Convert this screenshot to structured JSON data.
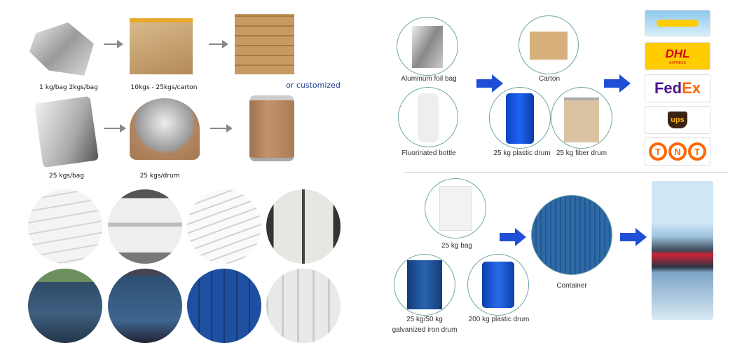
{
  "left": {
    "labels": {
      "small_bags": "1 kg/bag    2kgs/bag",
      "carton": "10kgs - 25kgs/carton",
      "customized": "or customized",
      "big_bag": "25 kgs/bag",
      "drum": "25 kgs/drum"
    }
  },
  "right": {
    "labels": {
      "foil_bag": "Aluminum foil bag",
      "carton": "Carton",
      "bottle": "Fluorinated bottle",
      "plastic_drum": "25 kg plastic drum",
      "fiber_drum": "25 kg fiber drum",
      "bag25": "25 kg bag",
      "container": "Container",
      "iron_drum_1": "25 kg/50 kg",
      "iron_drum_2": "galvanized iron drum",
      "plastic_drum_200": "200 kg plastic drum"
    },
    "carriers": {
      "dhl": "DHL",
      "dhl_sub": "EXPRESS",
      "fedex_a": "Fed",
      "fedex_b": "Ex",
      "ups": "ups",
      "tnt": [
        "T",
        "N",
        "T"
      ]
    }
  },
  "colors": {
    "accent_blue": "#1e4fd6",
    "customized_text": "#1a3a8a",
    "fedex_purple": "#4d148c",
    "fedex_orange": "#ff6600",
    "dhl_yellow": "#ffcc00",
    "dhl_red": "#d40511",
    "tnt_orange": "#ff6600"
  }
}
